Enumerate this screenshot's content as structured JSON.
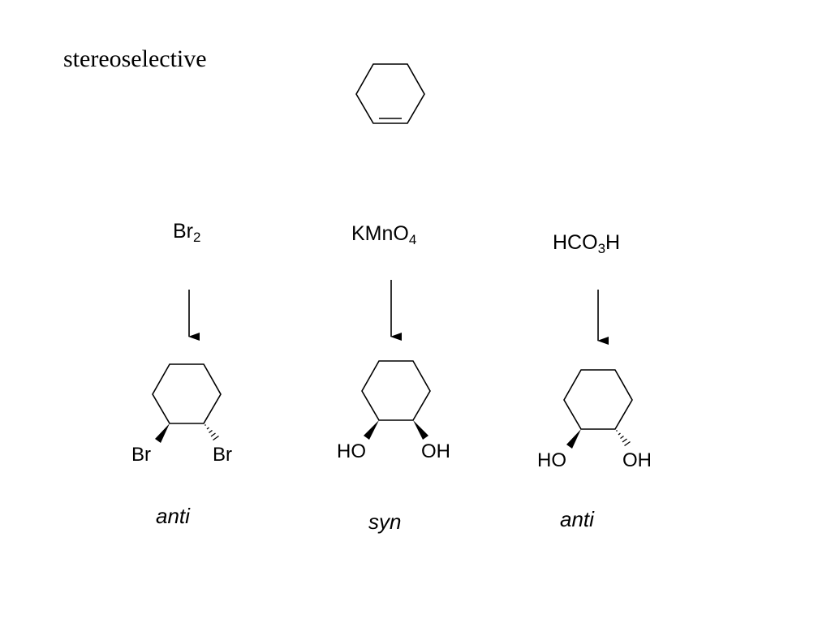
{
  "title": "stereoselective",
  "starting_material": {
    "structure": "cyclohexene"
  },
  "reactions": [
    {
      "reagent": {
        "base": "Br",
        "sub": "2",
        "tail": ""
      },
      "product": {
        "left_substituent": "Br",
        "right_substituent": "Br",
        "left_bond": "wedge",
        "right_bond": "hash"
      },
      "stereochemistry": "anti"
    },
    {
      "reagent": {
        "base": "KMnO",
        "sub": "4",
        "tail": ""
      },
      "product": {
        "left_substituent": "HO",
        "right_substituent": "OH",
        "left_bond": "wedge",
        "right_bond": "wedge"
      },
      "stereochemistry": "syn"
    },
    {
      "reagent": {
        "base": "HCO",
        "sub": "3",
        "tail": "H"
      },
      "product": {
        "left_substituent": "HO",
        "right_substituent": "OH",
        "left_bond": "wedge",
        "right_bond": "hash"
      },
      "stereochemistry": "anti"
    }
  ]
}
